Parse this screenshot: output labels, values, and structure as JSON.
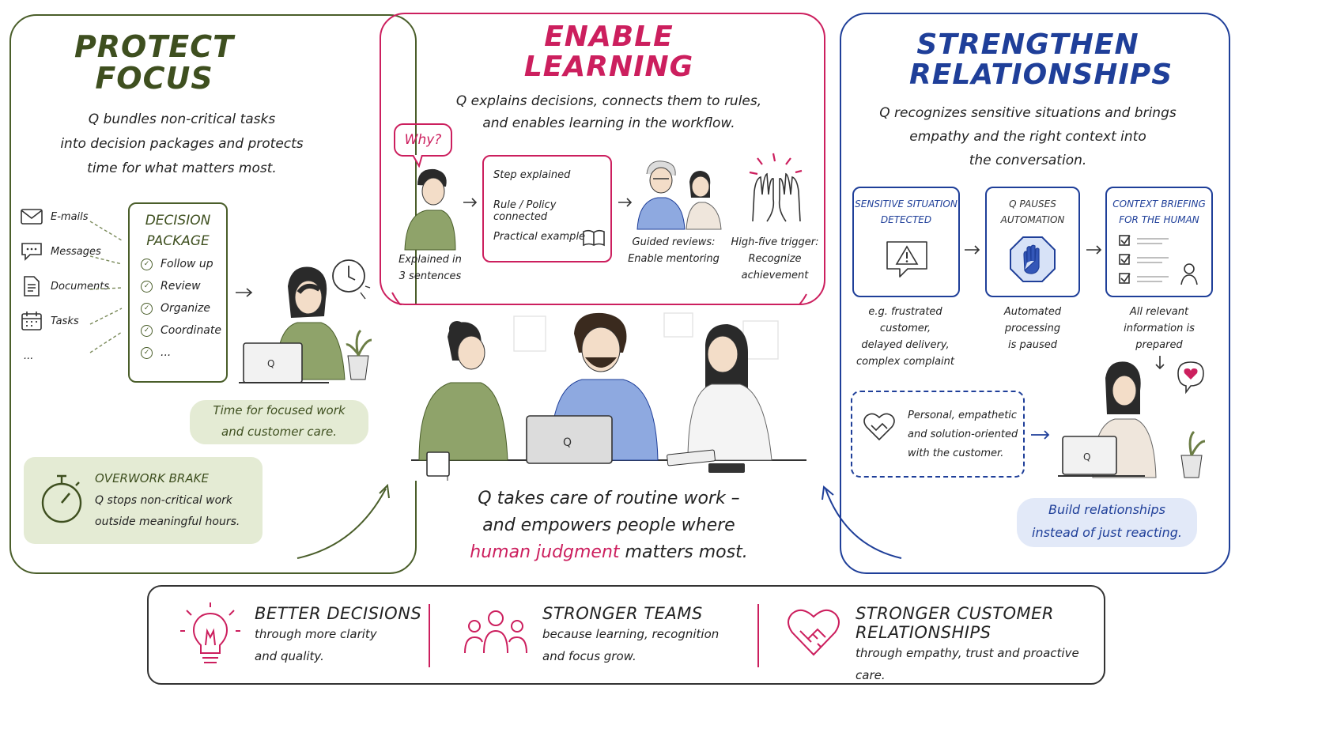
{
  "colors": {
    "green": "#4a5e2a",
    "pink": "#cc1f5e",
    "blue": "#1f3f99",
    "greenFill": "#e4ebd4",
    "blueFill": "#e2e9f8"
  },
  "protect": {
    "title_line1": "PROTECT",
    "title_line2": "FOCUS",
    "desc_line1": "Q bundles non-critical tasks",
    "desc_line2": "into decision packages and protects",
    "desc_line3": "time for what matters most.",
    "sources": [
      {
        "label": "E-mails",
        "icon": "mail-icon"
      },
      {
        "label": "Messages",
        "icon": "chat-icon"
      },
      {
        "label": "Documents",
        "icon": "document-icon"
      },
      {
        "label": "Tasks",
        "icon": "calendar-icon"
      },
      {
        "label": "..."
      }
    ],
    "package_title_line1": "DECISION",
    "package_title_line2": "PACKAGE",
    "package_items": [
      "Follow up",
      "Review",
      "Organize",
      "Coordinate",
      "..."
    ],
    "laptop_label": "Q",
    "highlight_line1": "Time for focused work",
    "highlight_line2": "and customer care.",
    "brake_title": "OVERWORK BRAKE",
    "brake_line1": "Q stops non-critical work",
    "brake_line2": "outside meaningful hours."
  },
  "learning": {
    "title_line1": "ENABLE",
    "title_line2": "LEARNING",
    "desc_line1": "Q explains decisions, connects them to rules,",
    "desc_line2": "and enables learning in the workflow.",
    "why_bubble": "Why?",
    "cap1_line1": "Explained in",
    "cap1_line2": "3 sentences",
    "steps": [
      "Step explained",
      "Rule / Policy connected",
      "Practical example"
    ],
    "cap2_line1": "Guided reviews:",
    "cap2_line2": "Enable mentoring",
    "cap3_line1": "High-five trigger:",
    "cap3_line2": "Recognize",
    "cap3_line3": "achievement"
  },
  "center": {
    "laptop_label": "Q",
    "line1": "Q takes care of routine work –",
    "line2": "and empowers people where",
    "line3_highlight": "human judgment",
    "line3_rest": " matters most."
  },
  "relationships": {
    "title_line1": "STRENGTHEN",
    "title_line2": "RELATIONSHIPS",
    "desc_line1": "Q recognizes sensitive situations and brings",
    "desc_line2": "empathy and the right context into",
    "desc_line3": "the conversation.",
    "box1_line1": "SENSITIVE SITUATION",
    "box1_line2": "DETECTED",
    "box2_line1": "Q PAUSES",
    "box2_line2": "AUTOMATION",
    "box3_line1": "CONTEXT BRIEFING",
    "box3_line2": "FOR THE HUMAN",
    "cap1_line1": "e.g. frustrated customer,",
    "cap1_line2": "delayed delivery,",
    "cap1_line3": "complex complaint",
    "cap2_line1": "Automated processing",
    "cap2_line2": "is paused",
    "cap3_line1": "All relevant",
    "cap3_line2": "information is",
    "cap3_line3": "prepared",
    "dashed_line1": "Personal, empathetic",
    "dashed_line2": "and solution-oriented",
    "dashed_line3": "with the customer.",
    "laptop_label": "Q",
    "highlight_line1": "Build relationships",
    "highlight_line2": "instead of just reacting."
  },
  "benefits": [
    {
      "title": "BETTER DECISIONS",
      "line1": "through more clarity",
      "line2": "and quality.",
      "icon": "lightbulb-icon"
    },
    {
      "title": "STRONGER TEAMS",
      "line1": "because learning, recognition",
      "line2": "and focus grow.",
      "icon": "team-icon"
    },
    {
      "title_line1": "STRONGER CUSTOMER",
      "title_line2": "RELATIONSHIPS",
      "line1": "through empathy, trust and proactive care.",
      "icon": "heart-handshake-icon"
    }
  ]
}
